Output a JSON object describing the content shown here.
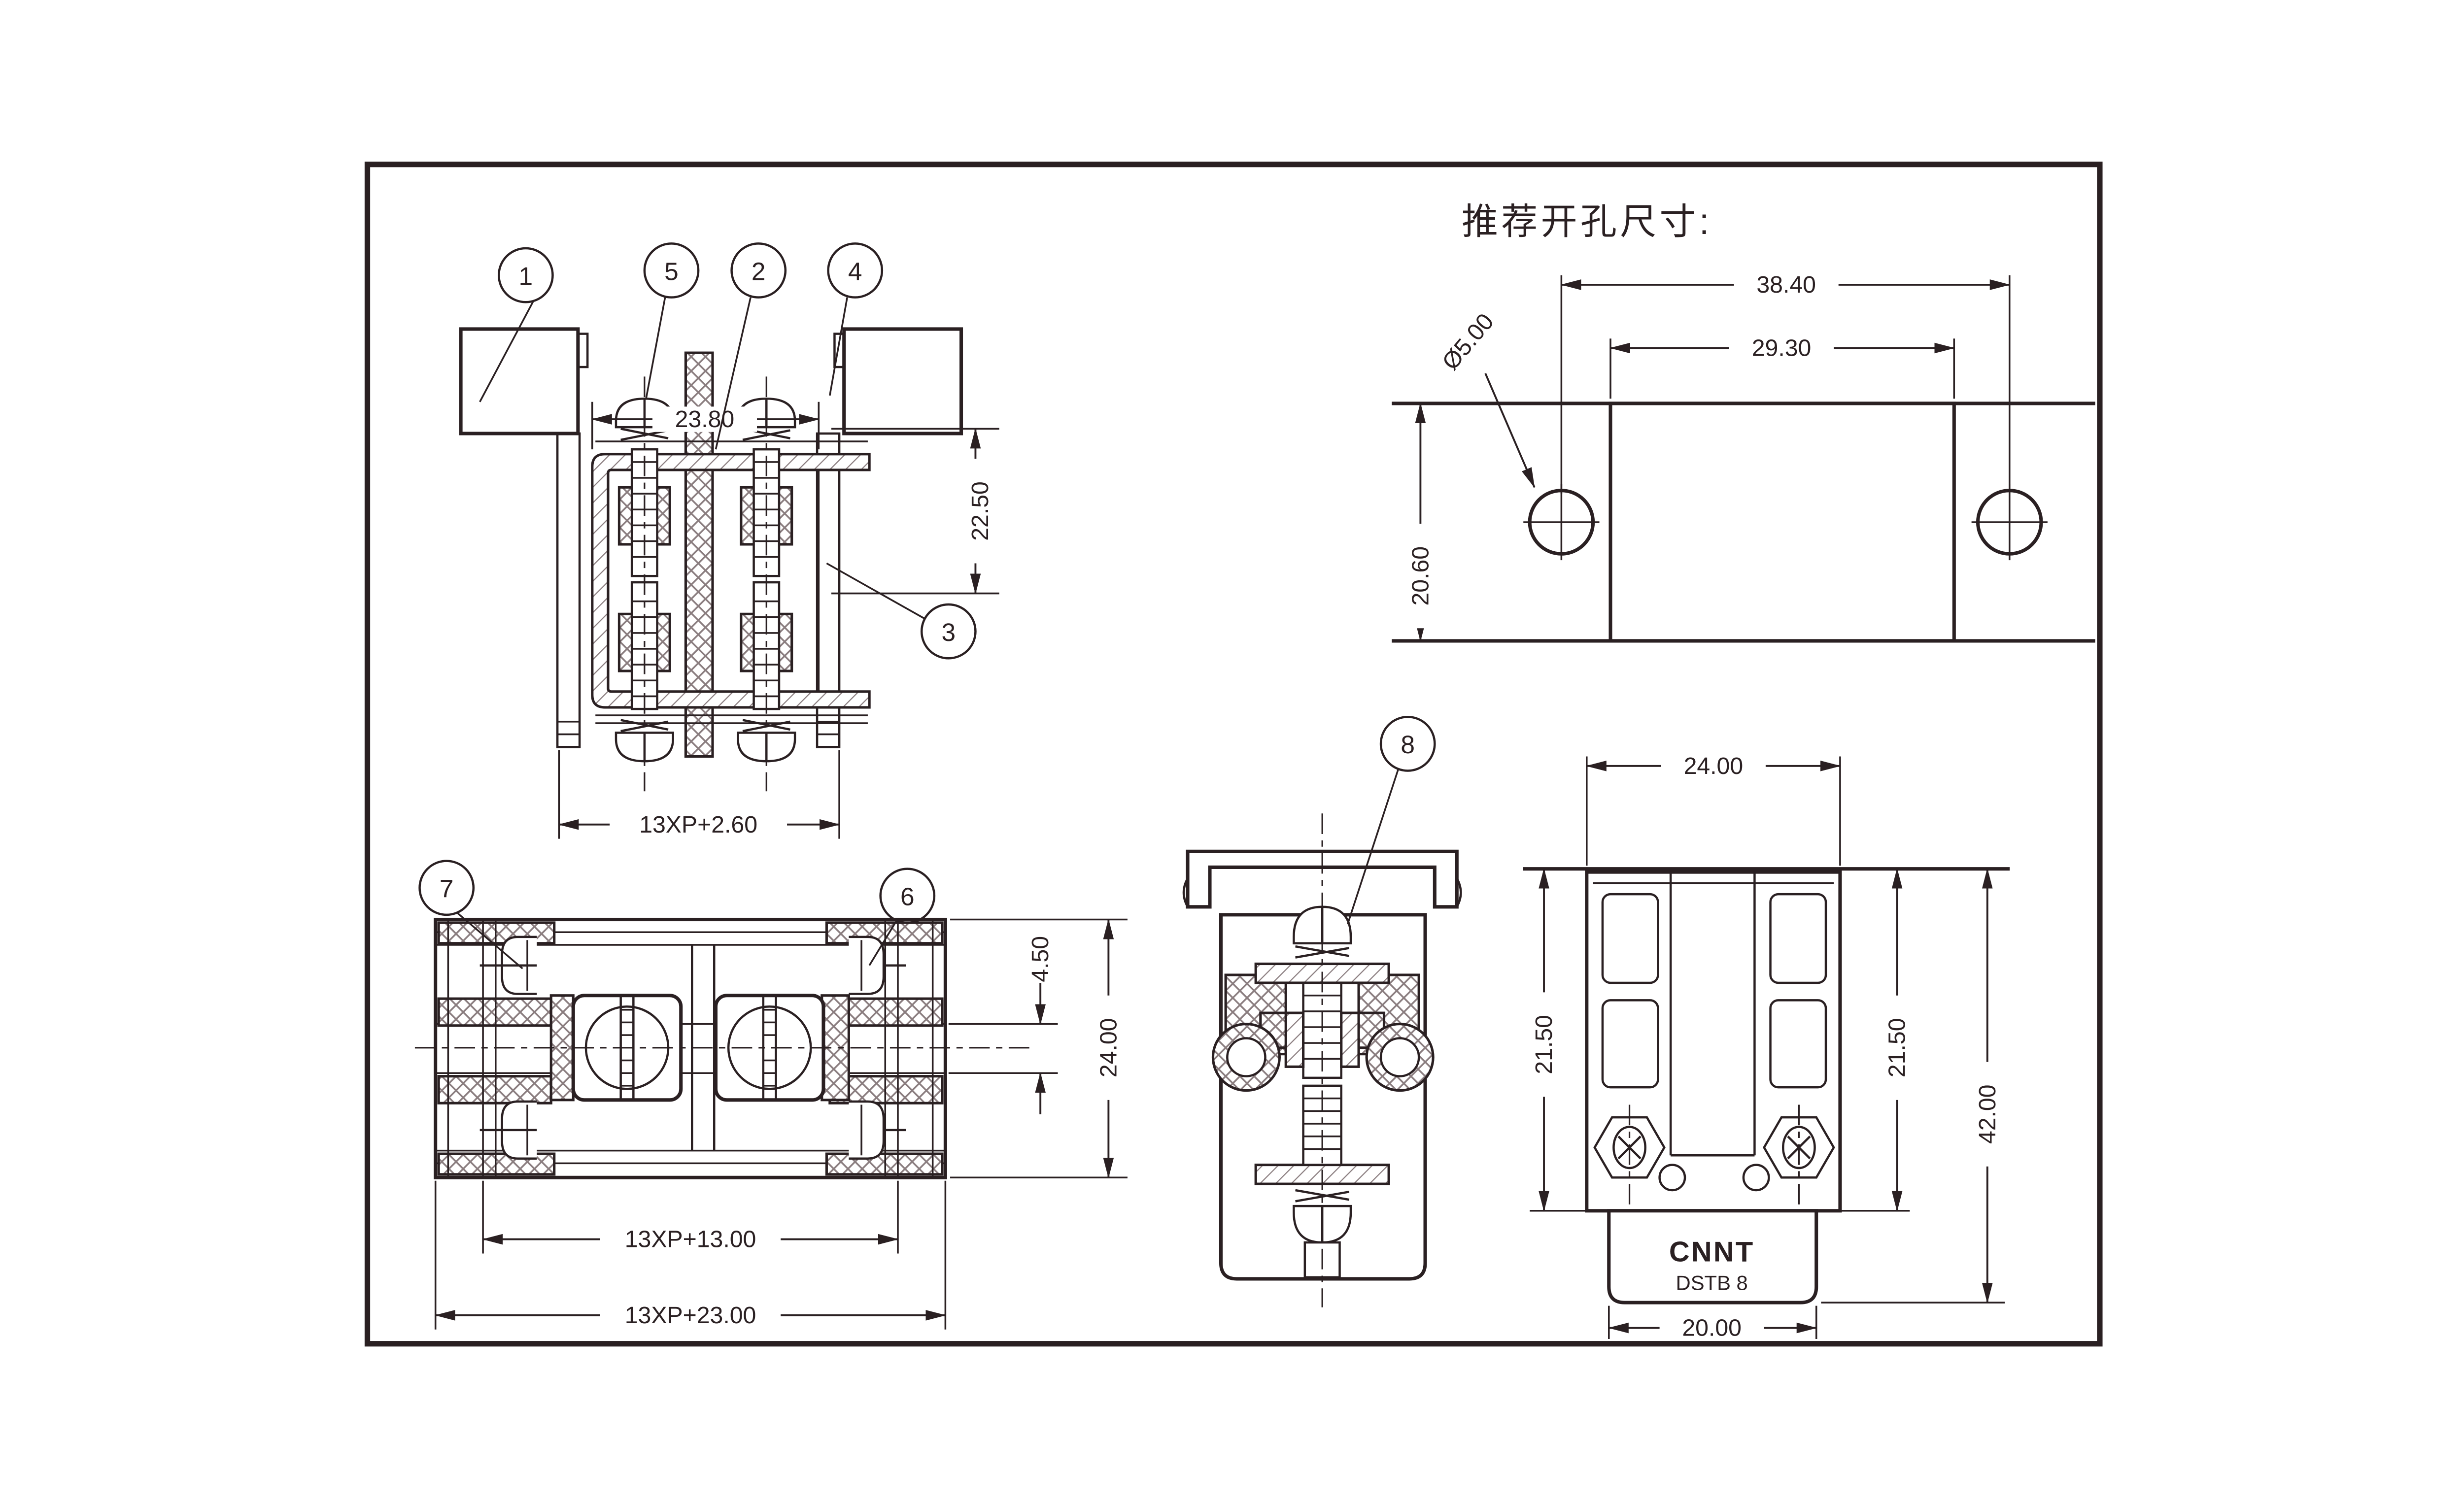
{
  "drawing": {
    "title_note": "推荐开孔尺寸:",
    "product": {
      "brand": "CNNT",
      "model": "DSTB 8"
    },
    "colors": {
      "line": "#2a2022",
      "background": "#ffffff"
    },
    "callouts": {
      "c1": "1",
      "c2": "2",
      "c3": "3",
      "c4": "4",
      "c5": "5",
      "c6": "6",
      "c7": "7",
      "c8": "8"
    },
    "views": {
      "front_section": {
        "dims": {
          "body_width": "23.80",
          "body_height": "22.50",
          "total_width_pitch": "13XP+2.60"
        }
      },
      "panel_cutout": {
        "dims": {
          "hole_span": "38.40",
          "cutout_width": "29.30",
          "cutout_height": "20.60",
          "hole_diameter": "Ø5.00"
        }
      },
      "top_view": {
        "dims": {
          "center_gap": "4.50",
          "depth": "24.00",
          "mounting_pitch": "13XP+13.00",
          "overall_length": "13XP+23.00"
        }
      },
      "end_view": {
        "dims": {
          "top_width": "24.00",
          "upper_height_left": "21.50",
          "upper_height_right": "21.50",
          "overall_height": "42.00",
          "base_width": "20.00"
        }
      }
    }
  }
}
